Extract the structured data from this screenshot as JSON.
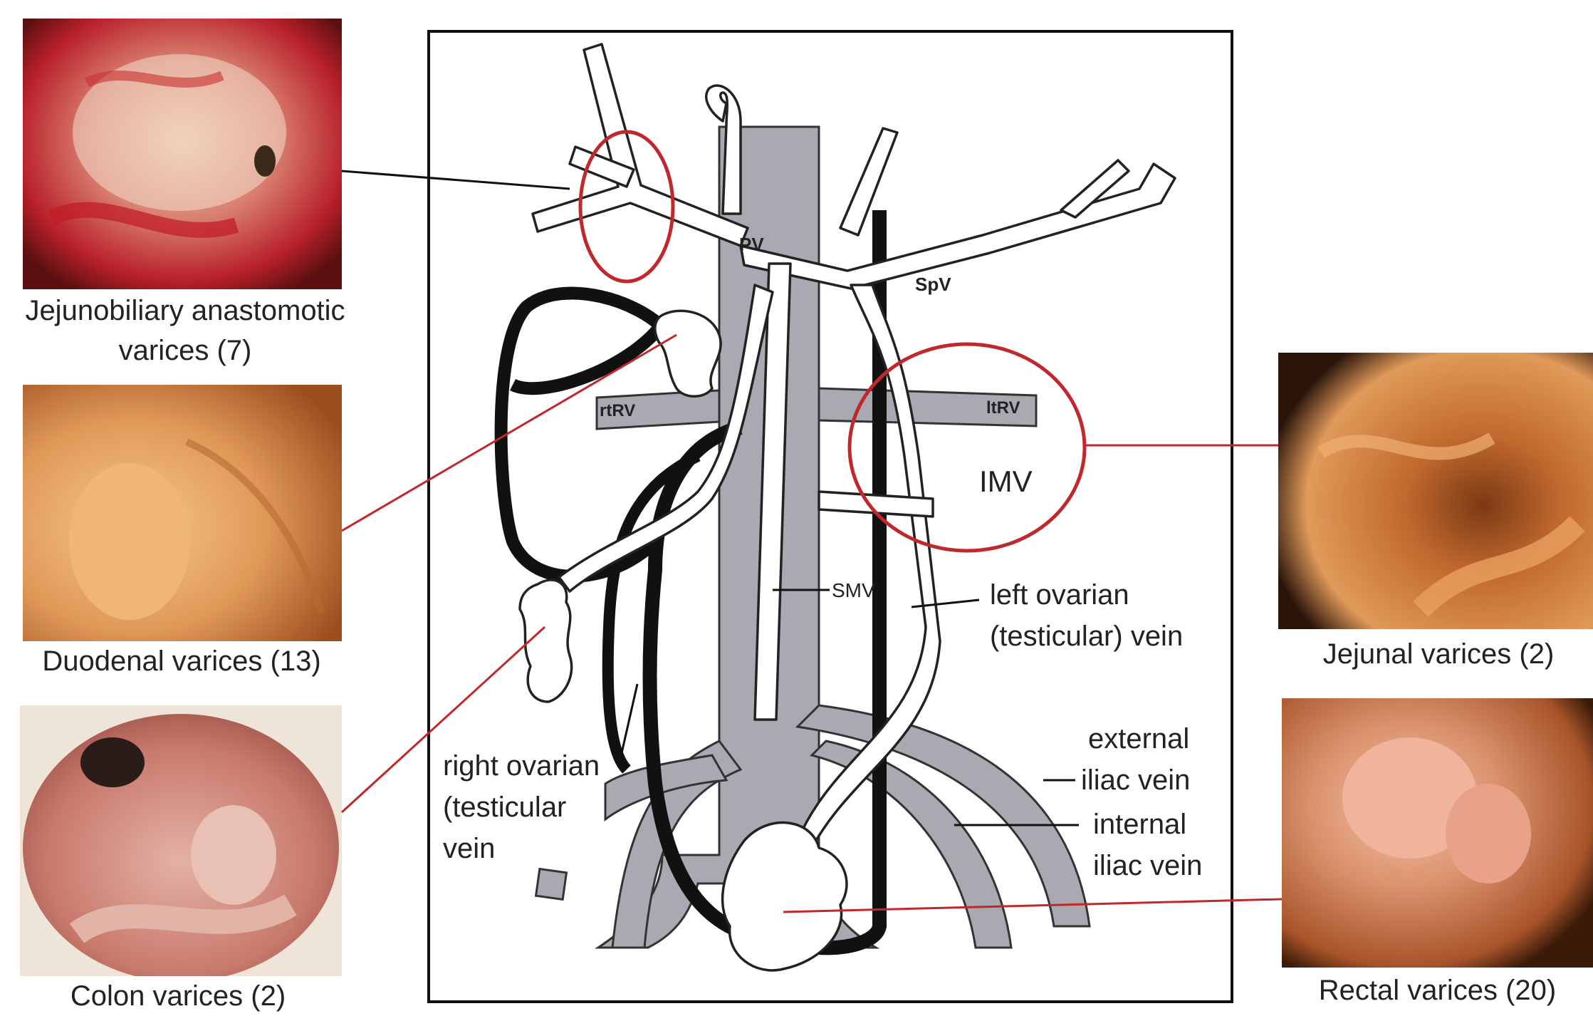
{
  "captions": {
    "jejunobiliary": "Jejunobiliary anastomotic varices (7)",
    "duodenal": "Duodenal varices (13)",
    "colon": "Colon varices (2)",
    "jejunal": "Jejunal varices (2)",
    "rectal": "Rectal varices (20)"
  },
  "vessel_labels": {
    "pv": "PV",
    "spv": "SpV",
    "rtrv": "rtRV",
    "ltrv": "ltRV",
    "imv": "IMV",
    "smv": "SMV",
    "left_ovarian": [
      "left ovarian",
      "(testicular) vein"
    ],
    "right_ovarian": [
      "right ovarian",
      "(testicular",
      "vein"
    ],
    "external_iliac": [
      "external",
      "iliac vein"
    ],
    "internal_iliac": [
      "internal",
      "iliac vein"
    ]
  },
  "colors": {
    "highlight": "#c0282b",
    "vessel_gray": "#a9a9b2",
    "vein_black": "#111111",
    "tissue_orange": "#d98a4a",
    "tissue_pink": "#d68a80"
  }
}
